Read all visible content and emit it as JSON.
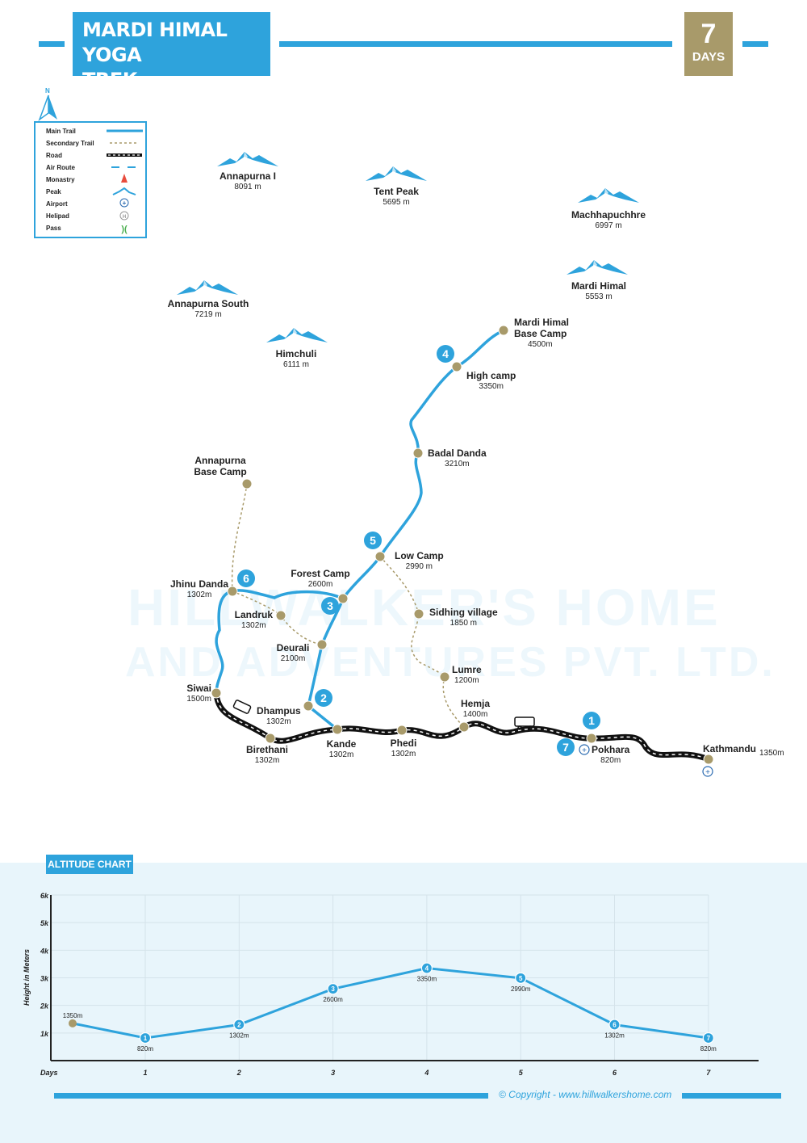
{
  "header": {
    "title_line1": "MARDI HIMAL YOGA",
    "title_line2": "TREK",
    "days_number": "7",
    "days_label": "DAYS",
    "compass": "N"
  },
  "legend": {
    "items": [
      {
        "label": "Main Trail",
        "icon": "main-trail-line"
      },
      {
        "label": "Secondary Trail",
        "icon": "dotted-line"
      },
      {
        "label": "Road",
        "icon": "road-line"
      },
      {
        "label": "Air Route",
        "icon": "dashed-line"
      },
      {
        "label": "Monastry",
        "icon": "monastery-icon"
      },
      {
        "label": "Peak",
        "icon": "peak-icon"
      },
      {
        "label": "Airport",
        "icon": "airport-icon"
      },
      {
        "label": "Helipad",
        "icon": "helipad-icon"
      },
      {
        "label": "Pass",
        "icon": "pass-icon"
      }
    ]
  },
  "watermark": {
    "line1": "HILLWALKER'S HOME",
    "line2": "AND ADVENTURES PVT. LTD."
  },
  "peaks": [
    {
      "name": "Annapurna I",
      "alt": "8091 m"
    },
    {
      "name": "Tent Peak",
      "alt": "5695 m"
    },
    {
      "name": "Machhapuchhre",
      "alt": "6997 m"
    },
    {
      "name": "Mardi Himal",
      "alt": "5553 m"
    },
    {
      "name": "Annapurna South",
      "alt": "7219 m"
    },
    {
      "name": "Himchuli",
      "alt": "6111 m"
    }
  ],
  "places": [
    {
      "name": "Annapurna Base Camp",
      "alt": ""
    },
    {
      "name": "Mardi Himal Base Camp",
      "alt": "4500m"
    },
    {
      "name": "High camp",
      "alt": "3350m"
    },
    {
      "name": "Badal Danda",
      "alt": "3210m"
    },
    {
      "name": "Low Camp",
      "alt": "2990 m"
    },
    {
      "name": "Sidhing village",
      "alt": "1850 m"
    },
    {
      "name": "Lumre",
      "alt": "1200m"
    },
    {
      "name": "Hemja",
      "alt": "1400m"
    },
    {
      "name": "Forest Camp",
      "alt": "2600m"
    },
    {
      "name": "Jhinu Danda",
      "alt": "1302m"
    },
    {
      "name": "Landruk",
      "alt": "1302m"
    },
    {
      "name": "Deurali",
      "alt": "2100m"
    },
    {
      "name": "Siwai",
      "alt": "1500m"
    },
    {
      "name": "Dhampus",
      "alt": "1302m"
    },
    {
      "name": "Birethani",
      "alt": "1302m"
    },
    {
      "name": "Kande",
      "alt": "1302m"
    },
    {
      "name": "Phedi",
      "alt": "1302m"
    },
    {
      "name": "Pokhara",
      "alt": "820m"
    },
    {
      "name": "Kathmandu",
      "alt": "1350m"
    }
  ],
  "day_badges": [
    "1",
    "2",
    "3",
    "4",
    "5",
    "6",
    "7"
  ],
  "colors": {
    "accent": "#2ea3dc",
    "gold": "#a89a6a",
    "node": "#a89a6a",
    "chart_bg": "#e8f5fb"
  },
  "chart_section": {
    "label": "ALTITUDE CHART"
  },
  "chart_data": {
    "type": "line",
    "title": "ALTITUDE CHART",
    "xlabel": "Days",
    "ylabel": "Height in Meters",
    "x": [
      0,
      1,
      2,
      3,
      4,
      5,
      6,
      7
    ],
    "x_tick_labels": [
      "1",
      "2",
      "3",
      "4",
      "5",
      "6",
      "7"
    ],
    "y_tick_labels": [
      "1k",
      "2k",
      "3k",
      "4k",
      "5k",
      "6k"
    ],
    "ylim": [
      0,
      6000
    ],
    "series": [
      {
        "name": "Altitude",
        "values": [
          1350,
          820,
          1302,
          2600,
          3350,
          2990,
          1302,
          820
        ],
        "labels": [
          "1350m",
          "820m",
          "1302m",
          "2600m",
          "3350m",
          "2990m",
          "1302m",
          "820m"
        ],
        "markers": [
          "",
          "1",
          "2",
          "3",
          "4",
          "5",
          "6",
          "7"
        ]
      }
    ],
    "grid": true
  },
  "footer": {
    "copyright": "© Copyright - www.hillwalkershome.com"
  }
}
